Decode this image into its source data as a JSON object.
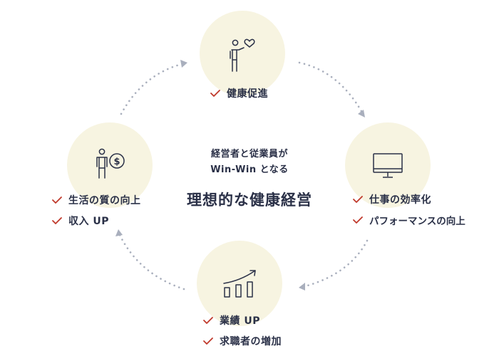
{
  "colors": {
    "bubble": "#f7f4e1",
    "check": "#c0392b",
    "arrow": "#a9afbd",
    "text": "#2a3047"
  },
  "center": {
    "line1": "経営者と従業員が",
    "line2": "Win-Win となる",
    "title": "理想的な健康経営"
  },
  "nodes": {
    "top": {
      "icon": "person-heart-icon",
      "items": [
        "健康促進"
      ]
    },
    "right": {
      "icon": "monitor-icon",
      "items": [
        "仕事の効率化",
        "パフォーマンスの向上"
      ]
    },
    "bottom": {
      "icon": "growth-chart-icon",
      "items": [
        "業績 UP",
        "求職者の増加"
      ]
    },
    "left": {
      "icon": "person-money-icon",
      "items": [
        "生活の質の向上",
        "収入 UP"
      ]
    }
  }
}
